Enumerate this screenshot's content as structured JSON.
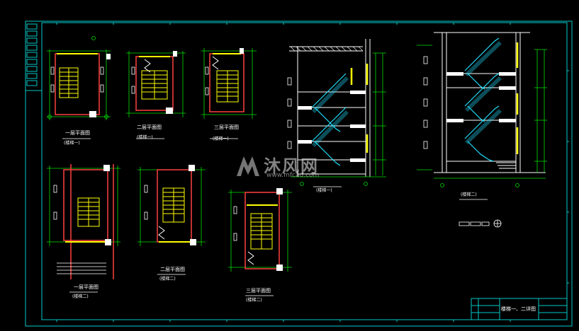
{
  "drawing": {
    "title_block": "楼梯一、二详图",
    "colors": {
      "frame": "#00c8c8",
      "wall": "#ff4040",
      "dim": "#00e000",
      "stair": "#ffff00",
      "hatch": "#20e0ff",
      "text": "#ffffff",
      "background": "#000000"
    }
  },
  "plans": [
    {
      "name": "plan-1-floor1-stair1",
      "title": "一层平面图",
      "subtitle": "(楼梯一)"
    },
    {
      "name": "plan-2-floor2-stair1",
      "title": "二层平面图",
      "subtitle": "(楼梯一)"
    },
    {
      "name": "plan-3-floor3-stair1",
      "title": "三层平面图",
      "subtitle": "(楼梯一)"
    },
    {
      "name": "plan-4-floor1-stair2",
      "title": "一层平面图",
      "subtitle": "(楼梯二)"
    },
    {
      "name": "plan-5-floor2-stair2",
      "title": "二层平面图",
      "subtitle": "(楼梯二)"
    },
    {
      "name": "plan-6-floor3-stair2",
      "title": "三层平面图",
      "subtitle": "(楼梯二)"
    }
  ],
  "sections": [
    {
      "name": "section-stair1",
      "subtitle": "(楼梯一)"
    },
    {
      "name": "section-stair2",
      "subtitle": "(楼梯二)"
    }
  ],
  "watermark": {
    "brand": "沐风网",
    "url": "www.mfcad.com"
  }
}
